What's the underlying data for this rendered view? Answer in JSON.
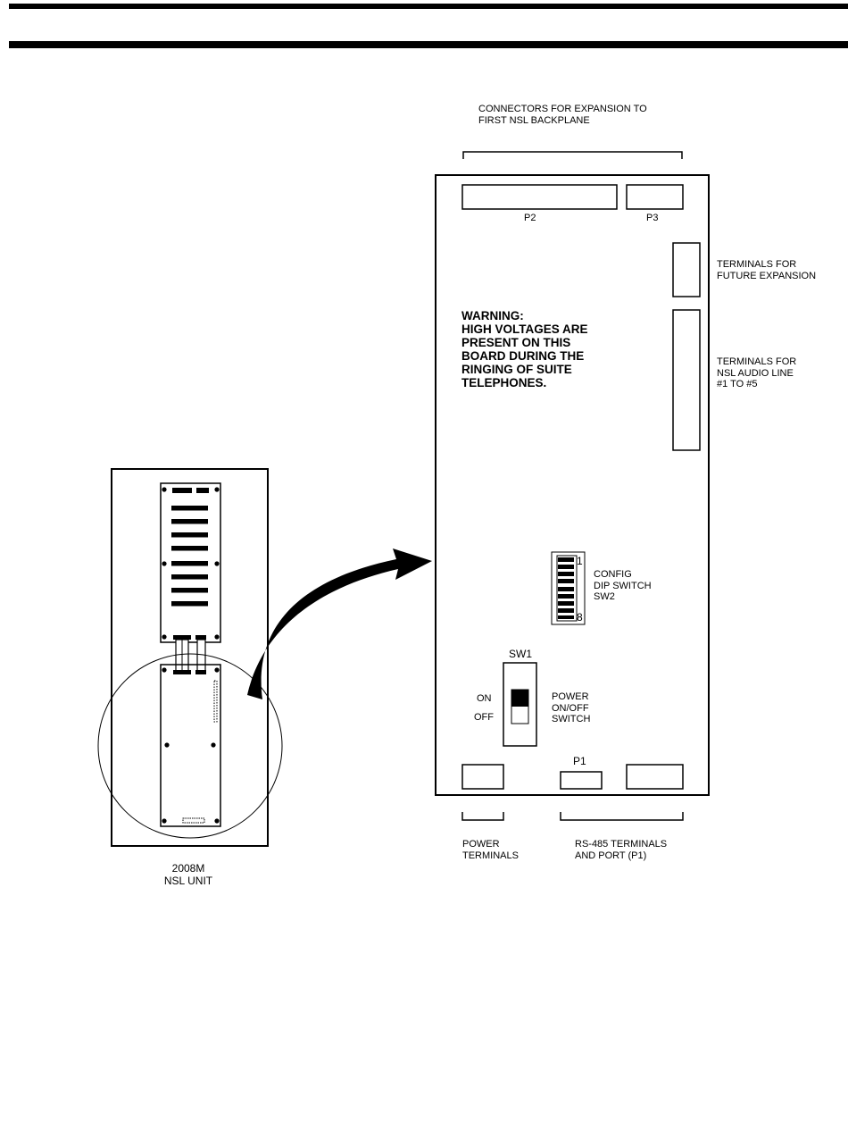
{
  "labels": {
    "expansion_connectors": "CONNECTORS FOR EXPANSION TO\nFIRST NSL BACKPLANE",
    "p2": "P2",
    "p3": "P3",
    "future_expansion": "TERMINALS FOR\nFUTURE EXPANSION",
    "audio_line": "TERMINALS FOR\nNSL AUDIO LINE\n#1 TO #5",
    "warning": "WARNING:\nHIGH VOLTAGES ARE\nPRESENT ON THIS\nBOARD DURING THE\nRINGING OF SUITE\nTELEPHONES.",
    "dip_top": "1",
    "dip_bottom": "8",
    "config_dip": "CONFIG\nDIP SWITCH\nSW2",
    "sw1": "SW1",
    "on": "ON",
    "off": "OFF",
    "power_switch": "POWER\nON/OFF\nSWITCH",
    "p1": "P1",
    "power_terminals": "POWER\nTERMINALS",
    "rs485": "RS-485 TERMINALS\nAND PORT (P1)",
    "unit_name": "2008M\nNSL UNIT"
  }
}
